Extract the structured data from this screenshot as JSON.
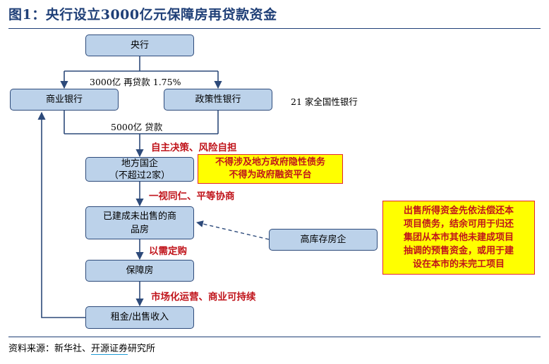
{
  "title": "图1：央行设立3000亿元保障房再贷款资金",
  "nodes": {
    "central_bank": "央行",
    "commercial_bank": "商业银行",
    "policy_bank": "政策性银行",
    "local_soe_line1": "地方国企",
    "local_soe_line2": "（不超过2家）",
    "unsold_housing_line1": "已建成未出售的商",
    "unsold_housing_line2": "品房",
    "affordable_housing": "保障房",
    "rent_income": "租金/出售收入",
    "high_inventory_developer": "高库存房企"
  },
  "labels": {
    "relending": "3000亿  再贷款  1.75%",
    "loan": "5000亿  贷款",
    "state_banks": "21  家全国性银行"
  },
  "red_labels": {
    "self_decision": "自主决策、风险自担",
    "equal_treatment": "一视同仁、平等协商",
    "demand_based": "以需定购",
    "market_operation": "市场化运营、商业可持续"
  },
  "notes": {
    "no_hidden_debt_line1": "不得涉及地方政府隐性债务",
    "no_hidden_debt_line2": "不得为政府融资平台",
    "proceeds_line1": "出售所得资金先依法偿还本",
    "proceeds_line2": "项目债务，结余可用于归还",
    "proceeds_line3": "集团从本市其他未建成项目",
    "proceeds_line4": "抽调的预售资金，或用于建",
    "proceeds_line5": "设在本市的未完工项目"
  },
  "source": {
    "prefix": "资料来源：新华社、",
    "highlight": "开源证券",
    "suffix": "研究所"
  },
  "colors": {
    "node_fill": "#bcd2ea",
    "node_border": "#2d4a7a",
    "red_text": "#c0141b",
    "note_fill": "#ffff00",
    "title_blue": "#1f3f77"
  }
}
